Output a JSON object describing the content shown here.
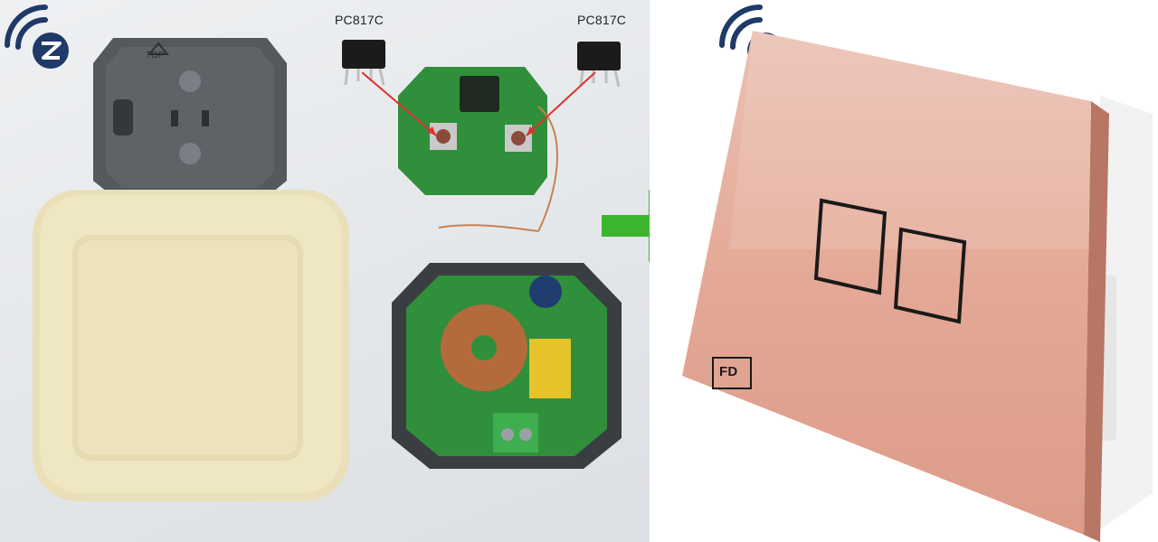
{
  "image": {
    "left_panel": {
      "chip_labels": [
        "PC817C",
        "PC817C"
      ],
      "connector_label": "TOP"
    },
    "right_panel": {
      "brand_mark": "FD"
    },
    "colors": {
      "logo_blue": "#1f3a68",
      "arrow_green": "#3cb52e",
      "pointer_red": "#e03030",
      "pcb_green": "#2f8f3a",
      "panel_rose": "#e4a896",
      "switch_cream": "#efe6c2"
    },
    "icons": [
      "zigbee-logo-icon",
      "arrow-right-icon"
    ]
  }
}
